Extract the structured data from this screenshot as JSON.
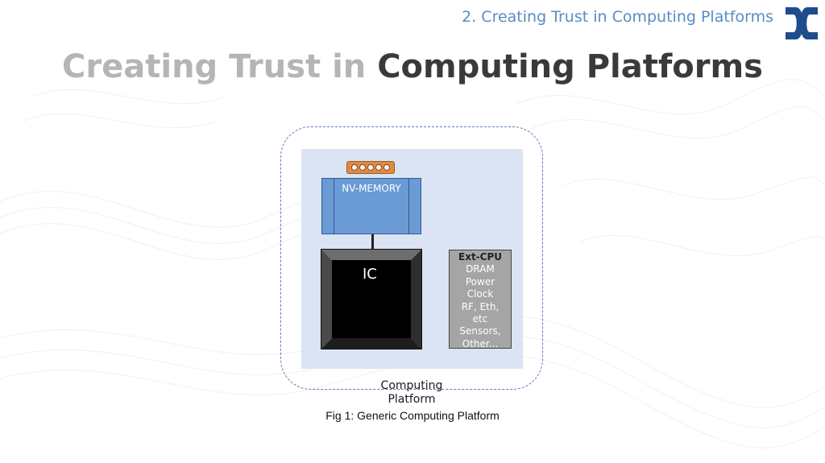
{
  "header": {
    "section_label": "2. Creating Trust in Computing Platforms",
    "title_light": "Creating Trust in",
    "title_dark": "Computing Platforms"
  },
  "logo": {
    "icon": "dc-brackets-logo",
    "color": "#1e4d8c"
  },
  "diagram": {
    "nv_memory_label": "NV-MEMORY",
    "ic_label": "IC",
    "ext_cpu": {
      "heading": "Ext-CPU",
      "items": [
        "DRAM",
        "Power",
        "Clock",
        "RF, Eth,",
        "etc",
        "Sensors,",
        "Other..."
      ]
    },
    "platform_label_line1": "Computing",
    "platform_label_line2": "Platform",
    "caption": "Fig 1: Generic Computing Platform"
  },
  "colors": {
    "accent": "#5b8bc4",
    "board": "#dbe4f3",
    "nv_memory": "#6a9bd4",
    "connector": "#e08b42",
    "ext_cpu": "#a5a5a5"
  }
}
